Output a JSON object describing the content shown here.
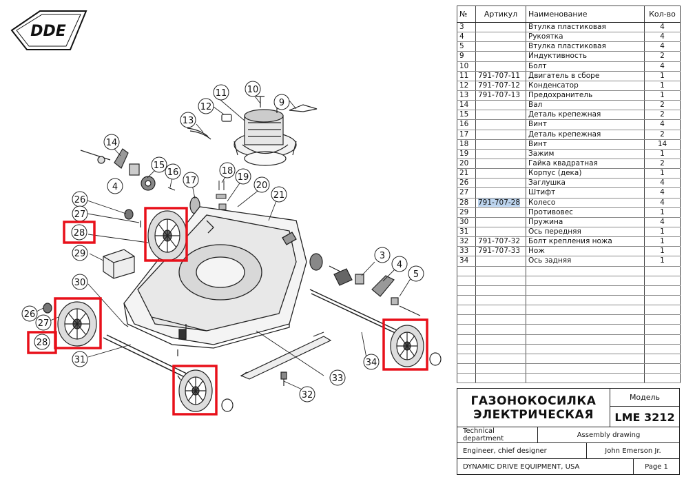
{
  "logo": {
    "text": "DDE"
  },
  "table": {
    "headers": {
      "no": "№",
      "article": "Артикул",
      "name": "Наименование",
      "qty": "Кол-во"
    },
    "rows": [
      {
        "no": "3",
        "article": "",
        "name": "Втулка пластиковая",
        "qty": "4"
      },
      {
        "no": "4",
        "article": "",
        "name": "Рукоятка",
        "qty": "4"
      },
      {
        "no": "5",
        "article": "",
        "name": "Втулка пластиковая",
        "qty": "4"
      },
      {
        "no": "9",
        "article": "",
        "name": "Индуктивность",
        "qty": "2"
      },
      {
        "no": "10",
        "article": "",
        "name": "Болт",
        "qty": "4"
      },
      {
        "no": "11",
        "article": "791-707-11",
        "name": "Двигатель в сборе",
        "qty": "1"
      },
      {
        "no": "12",
        "article": "791-707-12",
        "name": "Конденсатор",
        "qty": "1"
      },
      {
        "no": "13",
        "article": "791-707-13",
        "name": "Предохранитель",
        "qty": "1"
      },
      {
        "no": "14",
        "article": "",
        "name": "Вал",
        "qty": "2"
      },
      {
        "no": "15",
        "article": "",
        "name": "Деталь крепежная",
        "qty": "2"
      },
      {
        "no": "16",
        "article": "",
        "name": "Винт",
        "qty": "4"
      },
      {
        "no": "17",
        "article": "",
        "name": "Деталь крепежная",
        "qty": "2"
      },
      {
        "no": "18",
        "article": "",
        "name": "Винт",
        "qty": "14"
      },
      {
        "no": "19",
        "article": "",
        "name": "Зажим",
        "qty": "1"
      },
      {
        "no": "20",
        "article": "",
        "name": "Гайка квадратная",
        "qty": "2"
      },
      {
        "no": "21",
        "article": "",
        "name": "Корпус (дека)",
        "qty": "1"
      },
      {
        "no": "26",
        "article": "",
        "name": "Заглушка",
        "qty": "4"
      },
      {
        "no": "27",
        "article": "",
        "name": "Штифт",
        "qty": "4"
      },
      {
        "no": "28",
        "article": "791-707-28",
        "name": "Колесо",
        "qty": "4"
      },
      {
        "no": "29",
        "article": "",
        "name": "Противовес",
        "qty": "1"
      },
      {
        "no": "30",
        "article": "",
        "name": "Пружина",
        "qty": "4"
      },
      {
        "no": "31",
        "article": "",
        "name": "Ось передняя",
        "qty": "1"
      },
      {
        "no": "32",
        "article": "791-707-32",
        "name": "Болт крепления ножа",
        "qty": "1"
      },
      {
        "no": "33",
        "article": "791-707-33",
        "name": "Нож",
        "qty": "1"
      },
      {
        "no": "34",
        "article": "",
        "name": "Ось задняя",
        "qty": "1"
      }
    ],
    "empty_rows": 12,
    "highlighted_article": "791-707-28"
  },
  "title_block": {
    "product_line1": "ГАЗОНОКОСИЛКА",
    "product_line2": "ЭЛЕКТРИЧЕСКАЯ",
    "model_label": "Модель",
    "model": "LME 3212",
    "department": "Technical department",
    "drawing_type": "Assembly drawing",
    "designer_role": "Engineer, chief designer",
    "designer_name": "John Emerson Jr.",
    "company": "DYNAMIC DRIVE EQUIPMENT, USA",
    "page": "Page 1"
  },
  "callouts": [
    "3",
    "4",
    "4",
    "5",
    "9",
    "10",
    "11",
    "12",
    "13",
    "14",
    "15",
    "16",
    "17",
    "18",
    "19",
    "20",
    "21",
    "26",
    "26",
    "27",
    "27",
    "28",
    "28",
    "29",
    "30",
    "31",
    "32",
    "33",
    "34"
  ],
  "colors": {
    "highlight_box": "#e8101a",
    "cell_highlight": "#bcd4ee",
    "line": "#222222"
  }
}
